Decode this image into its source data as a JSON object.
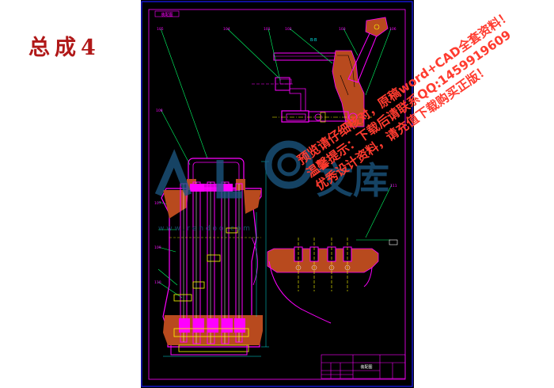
{
  "page_heading": "总成4",
  "frame_tag": "装配图",
  "view_label": "B-B",
  "balloons": [
    "105",
    "104",
    "101",
    "102",
    "103",
    "106",
    "108",
    "111",
    "107",
    "109",
    "110"
  ],
  "watermark": {
    "logo_text": "文库",
    "url_text": "w w w . r e n d o o . c o m",
    "lines": [
      "预览请仔细核对，原稿word+CAD全套资料！",
      "温馨提示：下载后请联系QQ:1459919609",
      "优秀设计资料，请充值下载购买正版！"
    ]
  },
  "title_block": {
    "name": "装配图"
  },
  "colors": {
    "background": "#000000",
    "frame": "#1c1cff",
    "part": "#ff00ff",
    "hatch": "#b84a1e",
    "leader": "#00ff66",
    "dimension": "#00e0e0",
    "centerline": "#ffff00",
    "watermark": "#ff3b2f",
    "heading": "#b01818"
  }
}
